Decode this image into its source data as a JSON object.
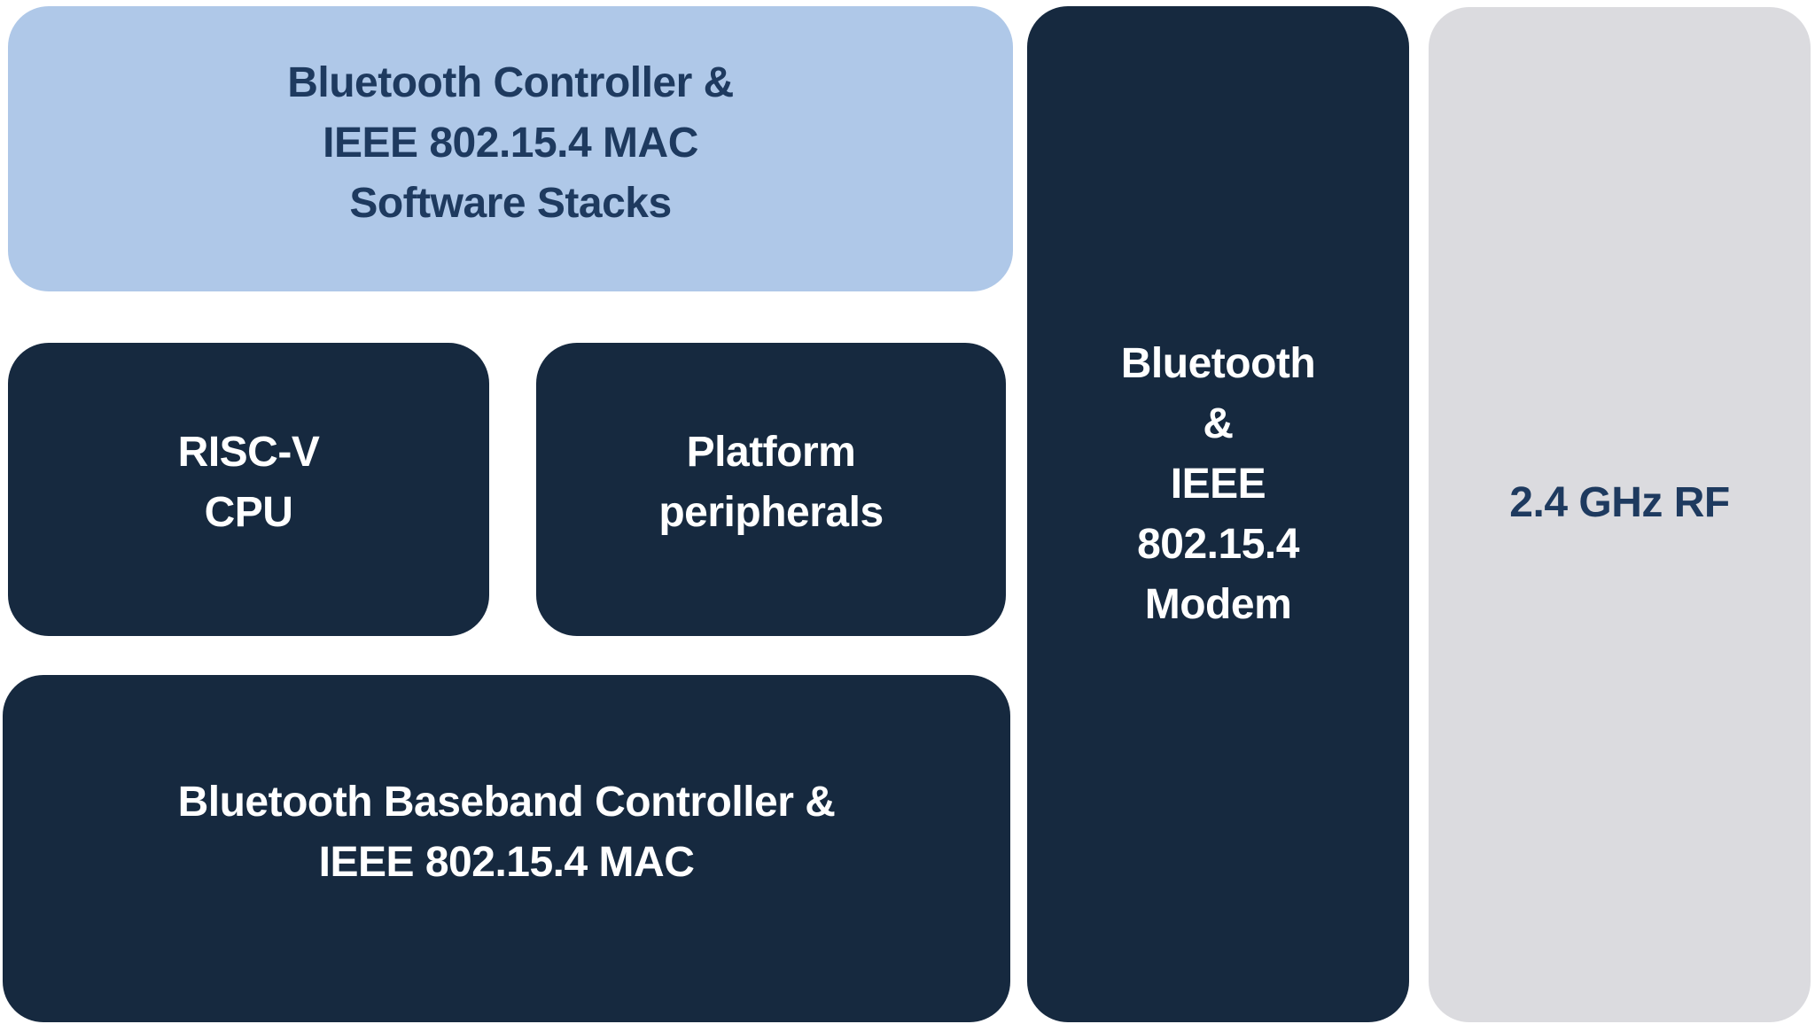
{
  "colors": {
    "navy": "#16293F",
    "light_blue": "#AFC8E8",
    "gray": "#DBDBDF",
    "text_navy": "#1E3A5F",
    "page_bg": "#FFFFFF"
  },
  "diagram": {
    "blocks": {
      "software_stacks": {
        "lines": [
          "Bluetooth Controller &",
          "IEEE 802.15.4 MAC",
          "Software Stacks"
        ]
      },
      "riscv_cpu": {
        "lines": [
          "RISC-V",
          "CPU"
        ]
      },
      "peripherals": {
        "lines": [
          "Platform",
          "peripherals"
        ]
      },
      "baseband": {
        "lines": [
          "Bluetooth Baseband Controller &",
          "IEEE 802.15.4 MAC"
        ]
      },
      "modem": {
        "lines": [
          "Bluetooth",
          "&",
          "IEEE",
          "802.15.4",
          "Modem"
        ]
      },
      "rf": {
        "lines": [
          "2.4 GHz RF"
        ]
      }
    }
  }
}
